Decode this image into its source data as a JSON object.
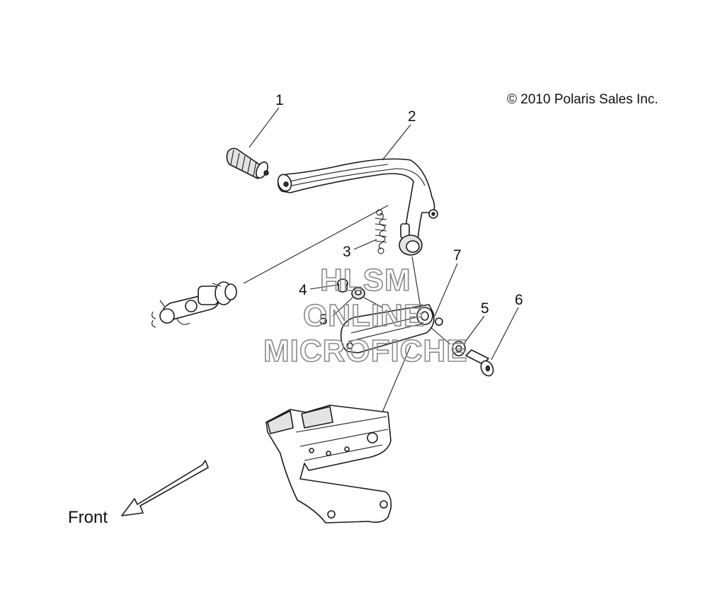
{
  "diagram": {
    "copyright": "© 2010 Polaris Sales Inc.",
    "direction_label": "Front",
    "watermark": [
      "HLSM",
      "ONLINE",
      "MICROFICHE"
    ],
    "callouts": [
      {
        "id": "c1",
        "label": "1"
      },
      {
        "id": "c2",
        "label": "2"
      },
      {
        "id": "c3",
        "label": "3"
      },
      {
        "id": "c4",
        "label": "4"
      },
      {
        "id": "c5a",
        "label": "5"
      },
      {
        "id": "c5b",
        "label": "5"
      },
      {
        "id": "c6",
        "label": "6"
      },
      {
        "id": "c7",
        "label": "7"
      }
    ]
  }
}
